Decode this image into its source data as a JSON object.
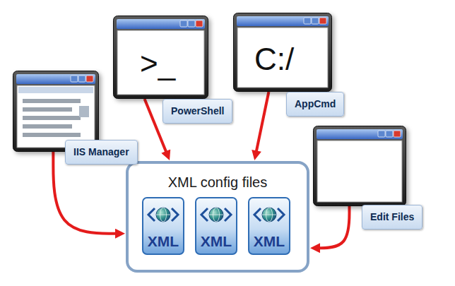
{
  "diagram": {
    "nodes": [
      {
        "text": [
          "IIS Manager"
        ]
      },
      {
        "text": [
          ">_",
          "PowerShell"
        ]
      },
      {
        "text": [
          "C:/",
          "AppCmd"
        ]
      },
      {
        "text": [
          "Edit Files"
        ]
      },
      {
        "text": [
          "XML config files"
        ]
      },
      {
        "text": [
          "XML"
        ],
        "in": 4
      },
      {
        "text": [
          "XML"
        ],
        "in": 4
      },
      {
        "text": [
          "XML"
        ],
        "in": 4
      }
    ],
    "edges": [
      {
        "from": 0,
        "to": 4,
        "arrow": "to"
      },
      {
        "from": 1,
        "to": 4,
        "arrow": "to"
      },
      {
        "from": 2,
        "to": 4,
        "arrow": "to"
      },
      {
        "from": 3,
        "to": 4,
        "arrow": "to"
      }
    ]
  }
}
